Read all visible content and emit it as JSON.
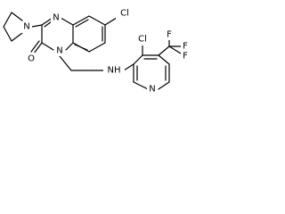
{
  "structure": {
    "atoms": {
      "cl_top": "Cl",
      "n_upper": "N",
      "n_lower": "N",
      "n_pyrrolidine": "N",
      "o_carbonyl": "O",
      "nh": "NH",
      "cl_pyridine": "Cl",
      "n_pyridine": "N",
      "f_top": "F",
      "f_mid": "F",
      "f_low": "F"
    }
  }
}
